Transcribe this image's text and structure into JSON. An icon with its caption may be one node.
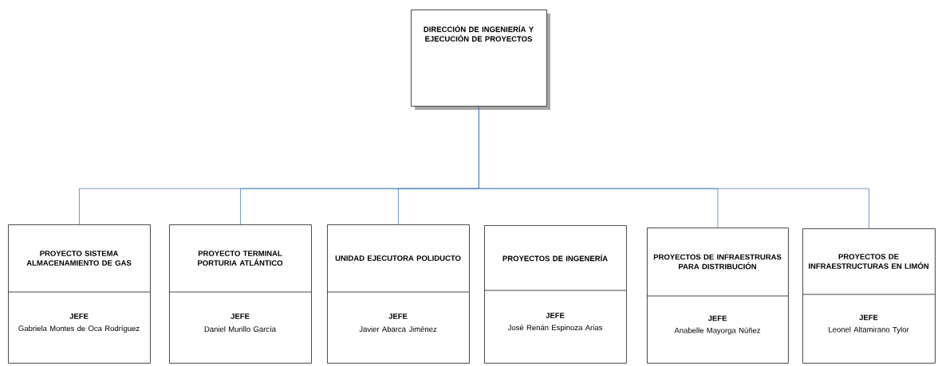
{
  "diagram": {
    "nodes": [
      {
        "text": [
          "DIRECCIÓN DE INGENIERÍA Y EJECUCIÓN DE PROYECTOS"
        ]
      },
      {
        "text": [
          "PROYECTO SISTEMA ALMACENAMIENTO DE GAS",
          "JEFE",
          "Gabriela Montes de Oca Rodríguez"
        ]
      },
      {
        "text": [
          "PROYECTO TERMINAL PORTURIA ATLÁNTICO",
          "JEFE",
          "Daniel Murillo García"
        ]
      },
      {
        "text": [
          "UNIDAD EJECUTORA POLIDUCTO",
          "JEFE",
          "Javier Abarca Jiménez"
        ]
      },
      {
        "text": [
          "PROYECTOS DE INGENERÍA",
          "JEFE",
          "José Renán Espinoza Arias"
        ]
      },
      {
        "text": [
          "PROYECTOS DE INFRAESTRURAS PARA DISTRIBUCIÓN",
          "JEFE",
          "Anabelle Mayorga Núñez"
        ]
      },
      {
        "text": [
          "PROYECTOS DE INFRAESTRUCTURAS EN LIMÓN",
          "JEFE",
          "Leonel Altamirano Tylor"
        ]
      }
    ],
    "edges": [
      {
        "from": 0,
        "to": 1,
        "arrow": "none"
      },
      {
        "from": 0,
        "to": 2,
        "arrow": "none"
      },
      {
        "from": 0,
        "to": 3,
        "arrow": "none"
      },
      {
        "from": 0,
        "to": 5,
        "arrow": "none"
      },
      {
        "from": 0,
        "to": 6,
        "arrow": "none"
      }
    ]
  }
}
